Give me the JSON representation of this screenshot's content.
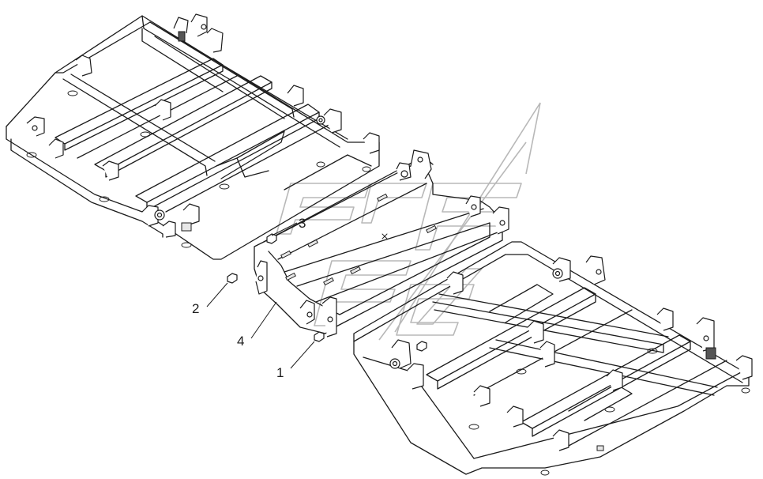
{
  "diagram": {
    "callouts": [
      {
        "id": "1",
        "label": "1"
      },
      {
        "id": "2",
        "label": "2"
      },
      {
        "id": "3",
        "label": "3"
      },
      {
        "id": "4",
        "label": "4"
      }
    ],
    "colors": {
      "line": "#1c1c1c",
      "watermark": "#b8b8b8",
      "background": "#ffffff"
    }
  }
}
